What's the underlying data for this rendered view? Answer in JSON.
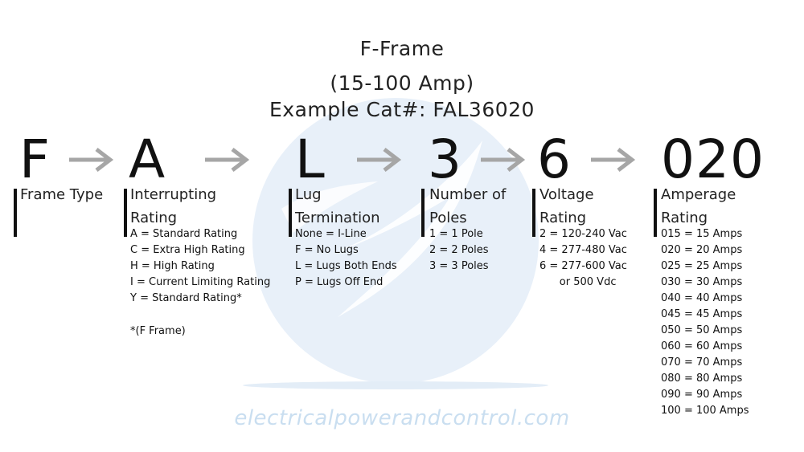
{
  "title": {
    "line1": "F-Frame",
    "line2": "(15-100 Amp)",
    "line3": "Example Cat#: FAL36020"
  },
  "code": {
    "letters": [
      "F",
      "A",
      "L",
      "3",
      "6",
      "020"
    ]
  },
  "sections": {
    "frame": {
      "heading": "Frame Type"
    },
    "interrupting": {
      "heading1": "Interrupting",
      "heading2": "Rating",
      "options": [
        "A = Standard Rating",
        "C = Extra High Rating",
        "H = High Rating",
        "I = Current Limiting Rating",
        "Y = Standard Rating*"
      ],
      "footnote": "*(F Frame)"
    },
    "lug": {
      "heading1": "Lug",
      "heading2": "Termination",
      "options": [
        "None = I-Line",
        "F = No Lugs",
        "L = Lugs Both Ends",
        "P = Lugs Off End"
      ]
    },
    "poles": {
      "heading1": "Number of",
      "heading2": "Poles",
      "options": [
        "1 = 1 Pole",
        "2 = 2 Poles",
        "3 = 3 Poles"
      ]
    },
    "voltage": {
      "heading1": "Voltage",
      "heading2": "Rating",
      "options": [
        "2 = 120-240 Vac",
        "4 = 277-480 Vac",
        "6 = 277-600 Vac",
        "      or 500 Vdc"
      ]
    },
    "amperage": {
      "heading1": "Amperage",
      "heading2": "Rating",
      "options": [
        "015 = 15 Amps",
        "020 = 20 Amps",
        "025 = 25 Amps",
        "030 = 30 Amps",
        "040 = 40 Amps",
        "045 = 45 Amps",
        "050 = 50 Amps",
        "060 = 60 Amps",
        "070 = 70 Amps",
        "080 = 80 Amps",
        "090 = 90 Amps",
        "100 = 100 Amps"
      ]
    }
  },
  "watermark": {
    "site": "electricalpowerandcontrol.com"
  },
  "colors": {
    "text": "#111111",
    "arrow": "#a6a6a6",
    "watermark_shape": "#e7f0f9",
    "watermark_text": "#c9def0"
  }
}
